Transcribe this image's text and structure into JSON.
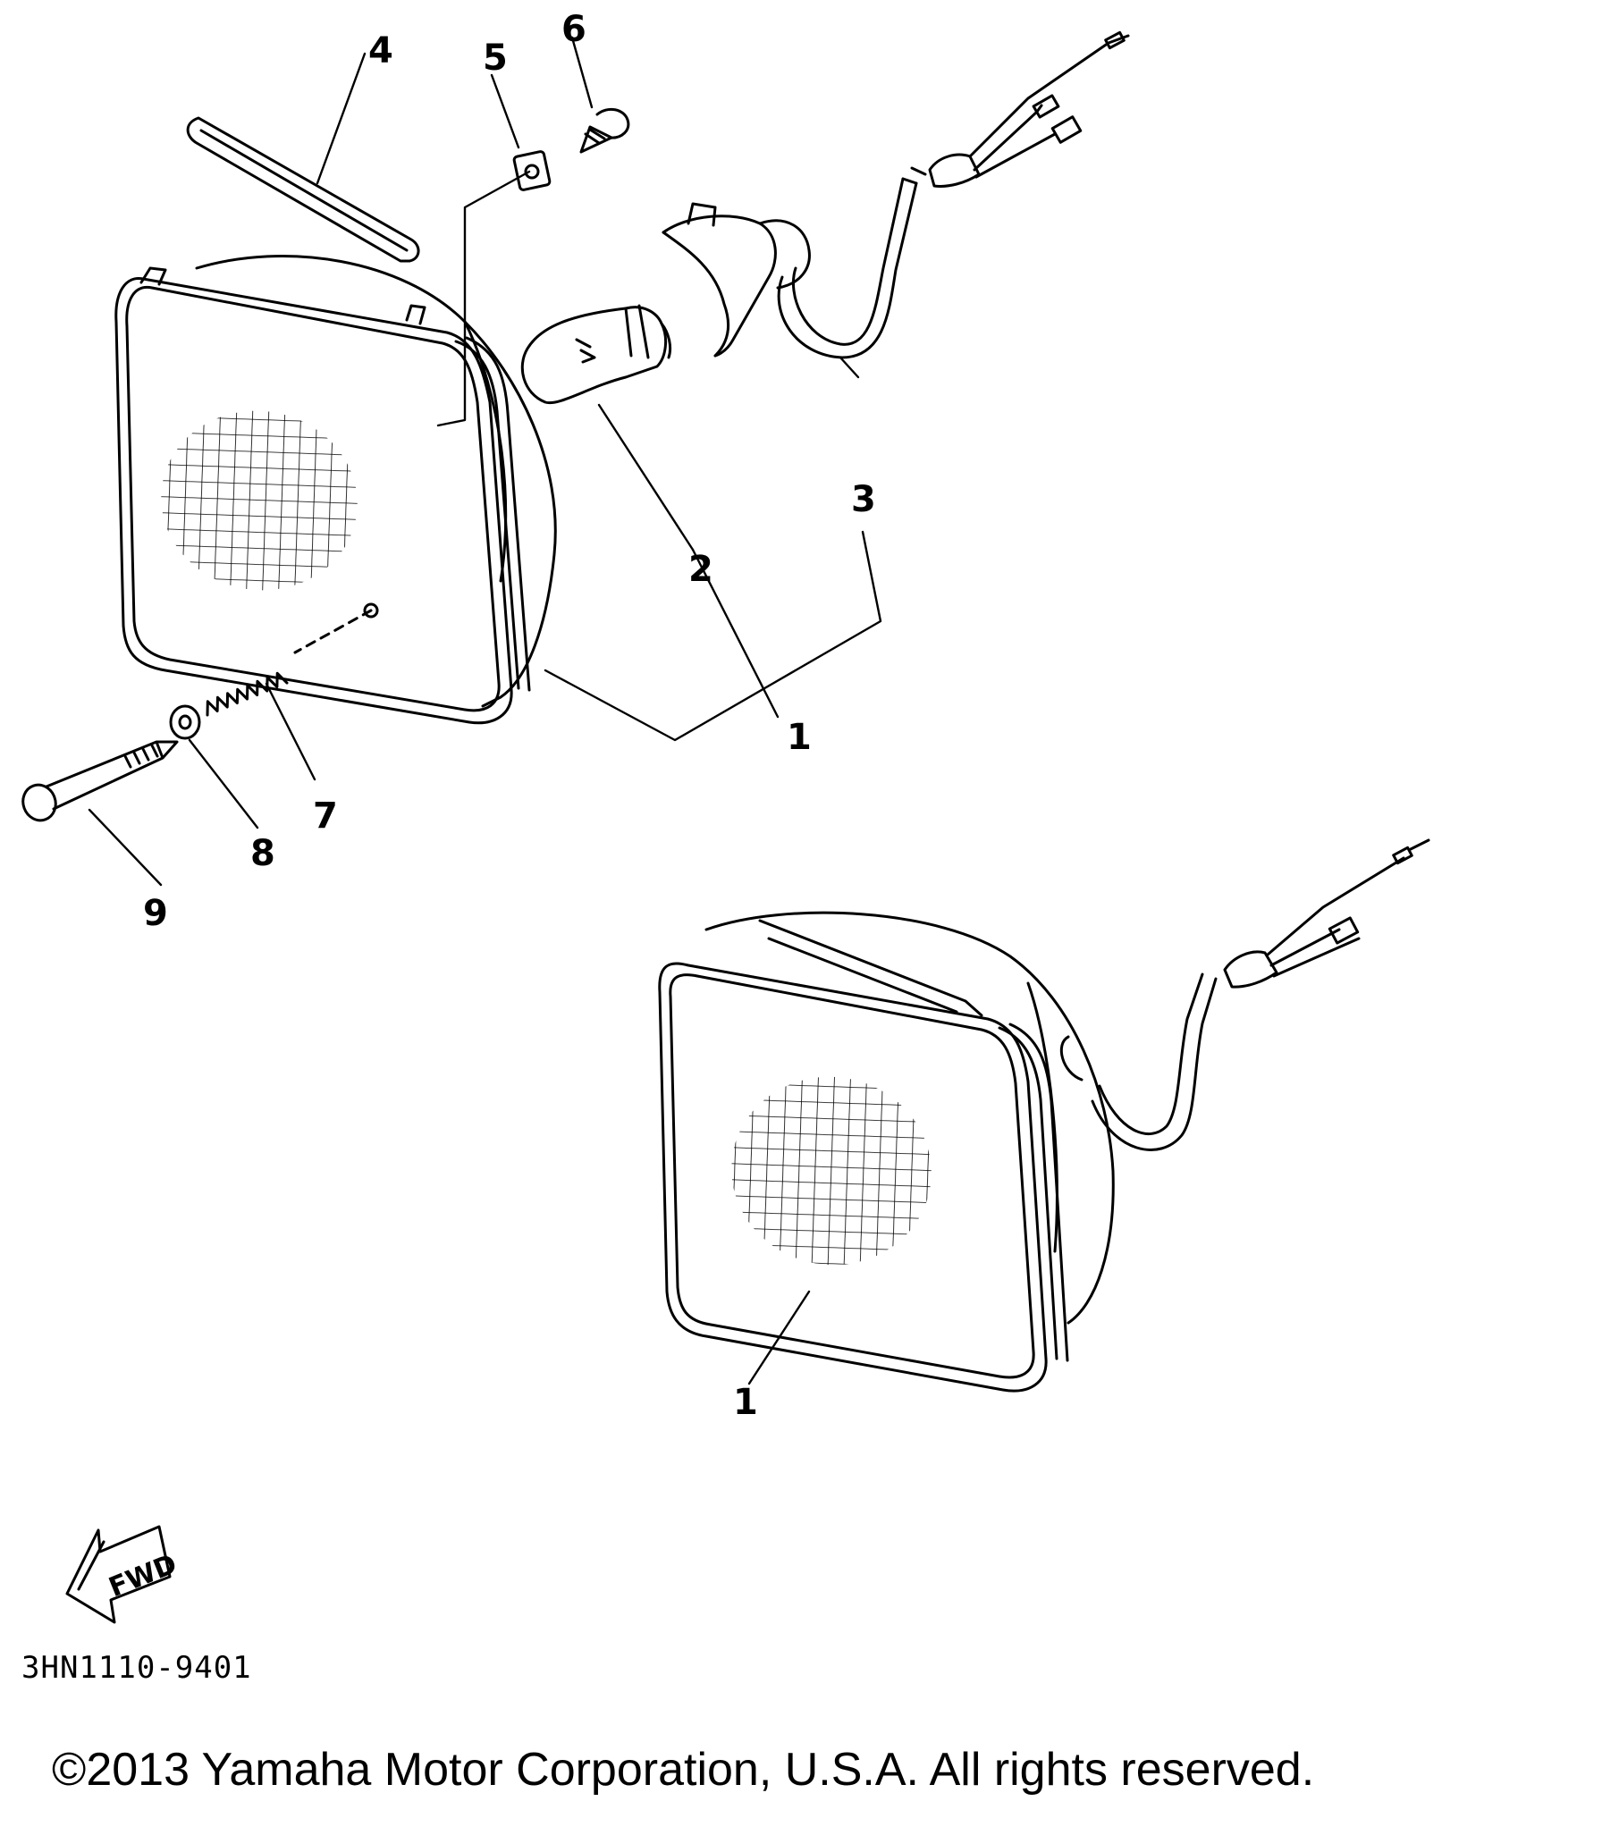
{
  "diagram": {
    "callouts": [
      "4",
      "5",
      "6",
      "2",
      "3",
      "1",
      "7",
      "8",
      "9",
      "1"
    ],
    "fwd_label": "FWD",
    "drawing_code": "3HN1110-9401",
    "copyright": "©2013 Yamaha Motor Corporation, U.S.A. All rights reserved."
  }
}
